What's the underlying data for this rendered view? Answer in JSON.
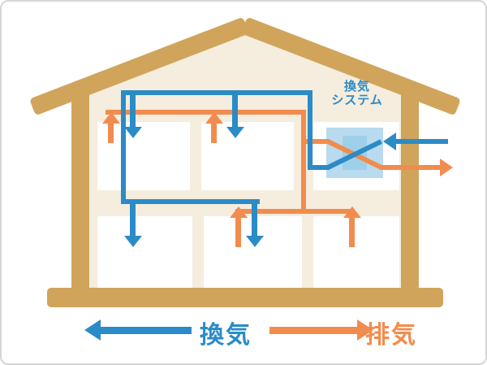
{
  "diagram": {
    "system_label": {
      "line1": "換気",
      "line2": "システム"
    },
    "legend": {
      "intake": {
        "label": "換気",
        "color": "#2b8bc7",
        "arrow_direction": "left"
      },
      "exhaust": {
        "label": "排気",
        "color": "#f28c4e",
        "arrow_direction": "right"
      }
    },
    "colors": {
      "supply_blue": "#2b8bc7",
      "exhaust_orange": "#f28c4e",
      "house_frame_tan": "#d0a55b",
      "interior_cream": "#f5eddd",
      "room_white": "#ffffff",
      "ventilation_unit_blue": "#b8dbef"
    }
  }
}
